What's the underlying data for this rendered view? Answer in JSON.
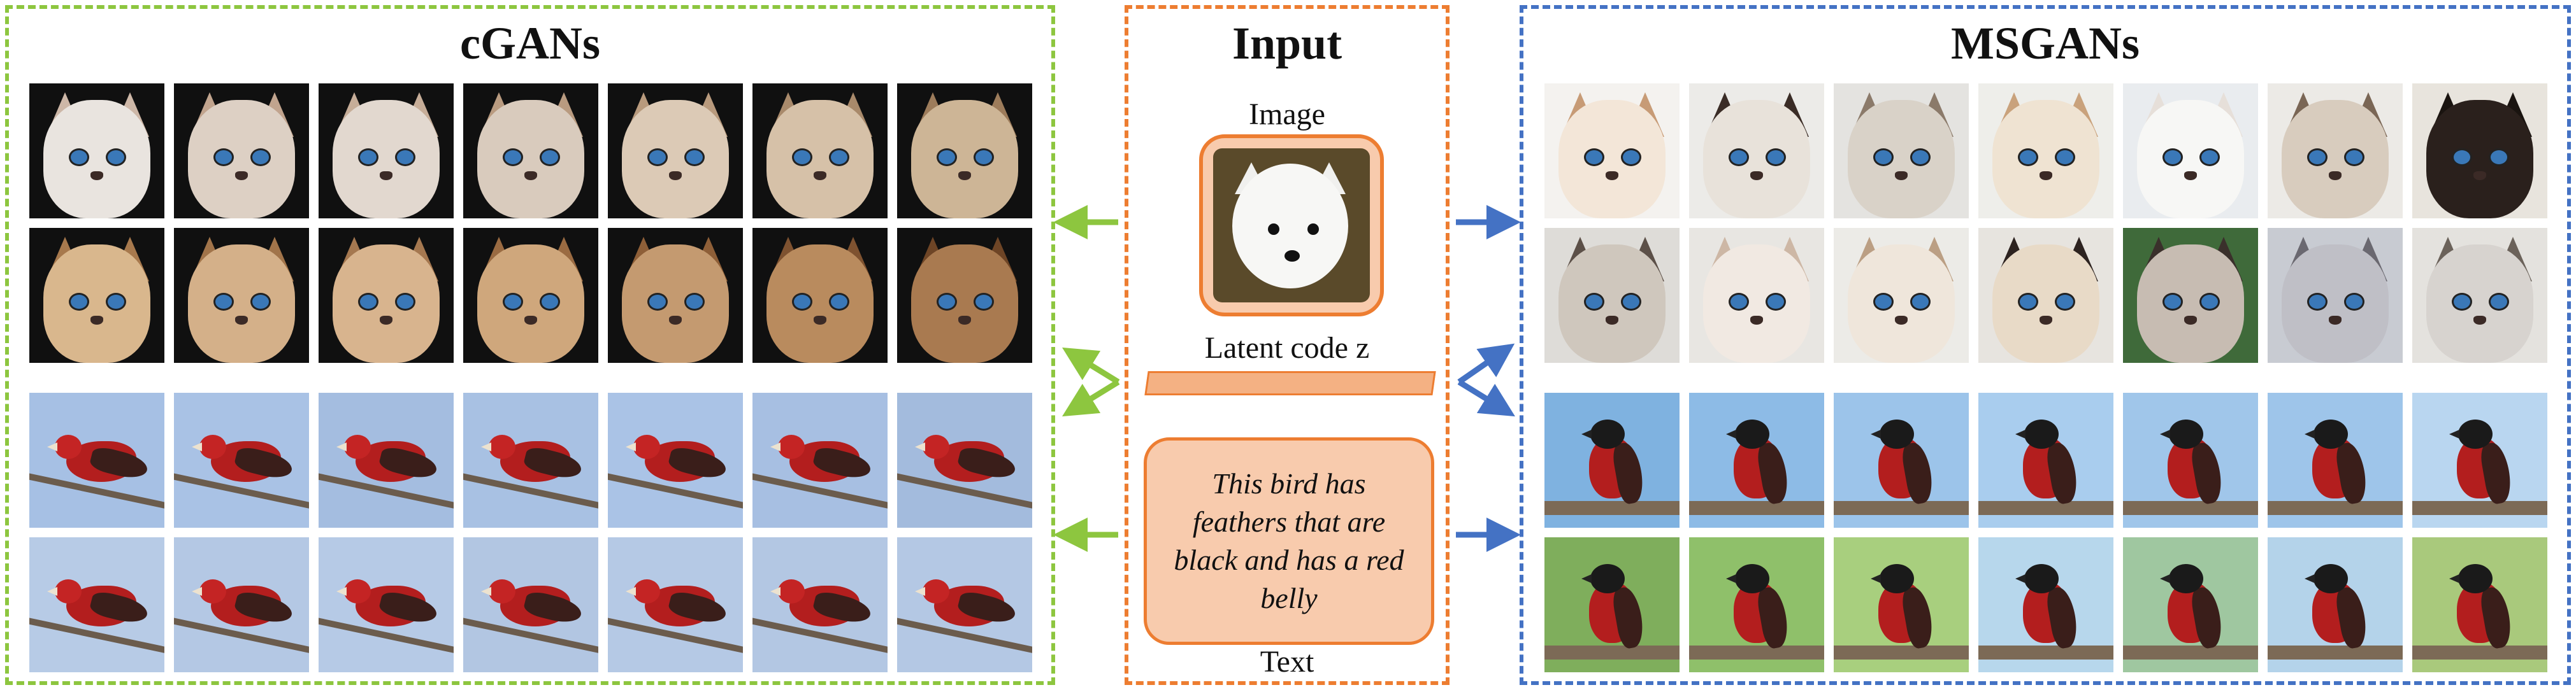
{
  "panels": {
    "cgans": {
      "title": "cGANs",
      "color": "#8dc63f"
    },
    "input": {
      "title": "Input",
      "color": "#ed7d31"
    },
    "msgans": {
      "title": "MSGANs",
      "color": "#4472c4"
    }
  },
  "input": {
    "image_label": "Image",
    "latent_label": "Latent code z",
    "text_label": "Text",
    "text_content": "This bird has feathers that are black and has a red belly"
  },
  "cgans_cats": [
    {
      "tiles": [
        {
          "fur": "#e9e4df",
          "ear": "#cdb7a7"
        },
        {
          "fur": "#ddd0c4",
          "ear": "#c1a48e"
        },
        {
          "fur": "#e2d8cf",
          "ear": "#c6ad98"
        },
        {
          "fur": "#d9cbbd",
          "ear": "#b99b80"
        },
        {
          "fur": "#dccab6",
          "ear": "#b89a7d"
        },
        {
          "fur": "#d6c1a8",
          "ear": "#a98a6b"
        },
        {
          "fur": "#cdb596",
          "ear": "#9d7c5b"
        }
      ]
    },
    {
      "tiles": [
        {
          "fur": "#d9b78d",
          "ear": "#a7794d"
        },
        {
          "fur": "#d4b089",
          "ear": "#a1744a"
        },
        {
          "fur": "#d8b48e",
          "ear": "#a57850"
        },
        {
          "fur": "#cfa77c",
          "ear": "#9a6b42"
        },
        {
          "fur": "#c49a70",
          "ear": "#8e5f38"
        },
        {
          "fur": "#b98b5e",
          "ear": "#7e5230"
        },
        {
          "fur": "#a97a50",
          "ear": "#6e4526"
        }
      ]
    }
  ],
  "msgans_cats": [
    {
      "tiles": [
        {
          "fur": "#f3e6d8",
          "ear": "#c79b76",
          "bg": "#f4f2ef"
        },
        {
          "fur": "#e8e2da",
          "ear": "#3a2c26",
          "bg": "#ecebe8"
        },
        {
          "fur": "#d9d2c8",
          "ear": "#8b7a6a",
          "bg": "#e4e3e0"
        },
        {
          "fur": "#efe3d2",
          "ear": "#c9a27c",
          "bg": "#eeeeea"
        },
        {
          "fur": "#f7f7f5",
          "ear": "#e6dfd9",
          "bg": "#e9ecef"
        },
        {
          "fur": "#d8ccbe",
          "ear": "#7a6655",
          "bg": "#eceae6"
        },
        {
          "fur": "#2a201c",
          "ear": "#1a1410",
          "bg": "#e8e4dd"
        }
      ]
    },
    {
      "tiles": [
        {
          "fur": "#cfc7bd",
          "ear": "#5c5048",
          "bg": "#dedcd8"
        },
        {
          "fur": "#f1e9e2",
          "ear": "#cdb7a5",
          "bg": "#e8e6e2"
        },
        {
          "fur": "#efe6db",
          "ear": "#bb9f84",
          "bg": "#ecebe7"
        },
        {
          "fur": "#e8dac7",
          "ear": "#2d2320",
          "bg": "#e7e4df"
        },
        {
          "fur": "#c7bcb2",
          "ear": "#3a302b",
          "bg": "#3f6a3a"
        },
        {
          "fur": "#bfbfc6",
          "ear": "#6a6870",
          "bg": "#c8cbd2"
        },
        {
          "fur": "#d7d3cf",
          "ear": "#6b625a",
          "bg": "#e4e2de"
        }
      ]
    }
  ],
  "cgans_birds": [
    {
      "tiles": [
        {
          "bg": "#a6c0e4"
        },
        {
          "bg": "#a9c2e5"
        },
        {
          "bg": "#a4bde0"
        },
        {
          "bg": "#a8c1e3"
        },
        {
          "bg": "#aac3e6"
        },
        {
          "bg": "#a7bfe2"
        },
        {
          "bg": "#a3bbdd"
        }
      ]
    },
    {
      "tiles": [
        {
          "bg": "#b7cbe6"
        },
        {
          "bg": "#b4c8e4"
        },
        {
          "bg": "#b6cae6"
        },
        {
          "bg": "#b2c6e2"
        },
        {
          "bg": "#b5c9e5"
        },
        {
          "bg": "#b3c7e3"
        },
        {
          "bg": "#b4c8e4"
        }
      ]
    }
  ],
  "msgans_birds": [
    {
      "tiles": [
        {
          "bg": "#7fb2e0"
        },
        {
          "bg": "#8dbbe6"
        },
        {
          "bg": "#9cc4ea"
        },
        {
          "bg": "#a9cdee"
        },
        {
          "bg": "#a0c6ea"
        },
        {
          "bg": "#9ec5ea"
        },
        {
          "bg": "#b9d6f0"
        }
      ]
    },
    {
      "tiles": [
        {
          "bg": "#7fae5c"
        },
        {
          "bg": "#8fc06a"
        },
        {
          "bg": "#a8cf7e"
        },
        {
          "bg": "#b7d7ec"
        },
        {
          "bg": "#9fc7a0"
        },
        {
          "bg": "#b4d3ea"
        },
        {
          "bg": "#a9c97c"
        }
      ]
    }
  ]
}
